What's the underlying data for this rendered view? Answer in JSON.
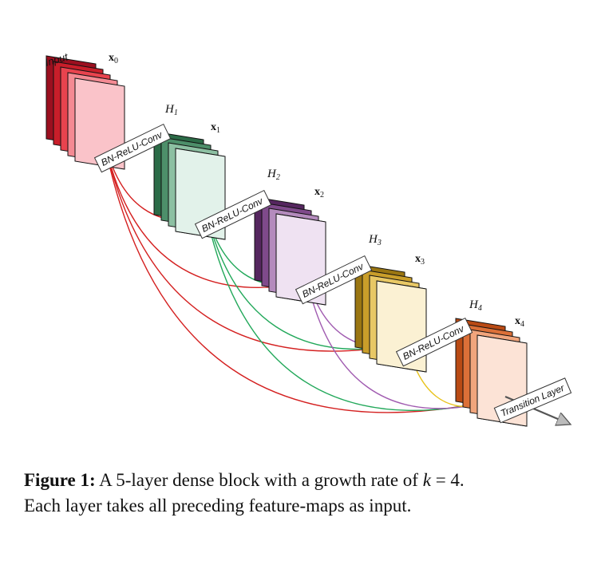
{
  "input_label": "Input",
  "blocks": [
    {
      "x_base": "x",
      "x_sub": "0",
      "h_base": "",
      "h_sub": "",
      "colors": [
        "#9b0f1f",
        "#c81e2a",
        "#e8434e",
        "#f48a93",
        "#fac3c9"
      ],
      "bottom_color": "#fac3c9"
    },
    {
      "x_base": "x",
      "x_sub": "1",
      "h_base": "H",
      "h_sub": "1",
      "colors": [
        "#2b6b47",
        "#4d8f6a",
        "#8cc0a2",
        "#c3e2d1"
      ],
      "bottom_color": "#e2f2ea"
    },
    {
      "x_base": "x",
      "x_sub": "2",
      "h_base": "H",
      "h_sub": "2",
      "colors": [
        "#55265f",
        "#7f4a8b",
        "#b48bbd",
        "#dec5e3"
      ],
      "bottom_color": "#efe2f2"
    },
    {
      "x_base": "x",
      "x_sub": "3",
      "h_base": "H",
      "h_sub": "3",
      "colors": [
        "#9a7612",
        "#c99e2a",
        "#e8c865",
        "#f6e3a6"
      ],
      "bottom_color": "#fbf1d3"
    },
    {
      "x_base": "x",
      "x_sub": "4",
      "h_base": "H",
      "h_sub": "4",
      "colors": [
        "#b94a14",
        "#dc7038",
        "#f1a57c",
        "#f8cdb4"
      ],
      "bottom_color": "#fce3d6"
    }
  ],
  "layer_label": "BN-ReLU-Conv",
  "transition_label": "Transition Layer",
  "arrow_colors": [
    "#d42020",
    "#22a85a",
    "#a05bb0",
    "#e8c21a"
  ],
  "caption": {
    "figure_label": "Figure 1:",
    "text_before": "A 5-layer dense block with a growth rate of",
    "k_symbol": "k",
    "equals": "=",
    "k_value": "4.",
    "line2": "Each layer takes all preceding feature-maps as input."
  }
}
